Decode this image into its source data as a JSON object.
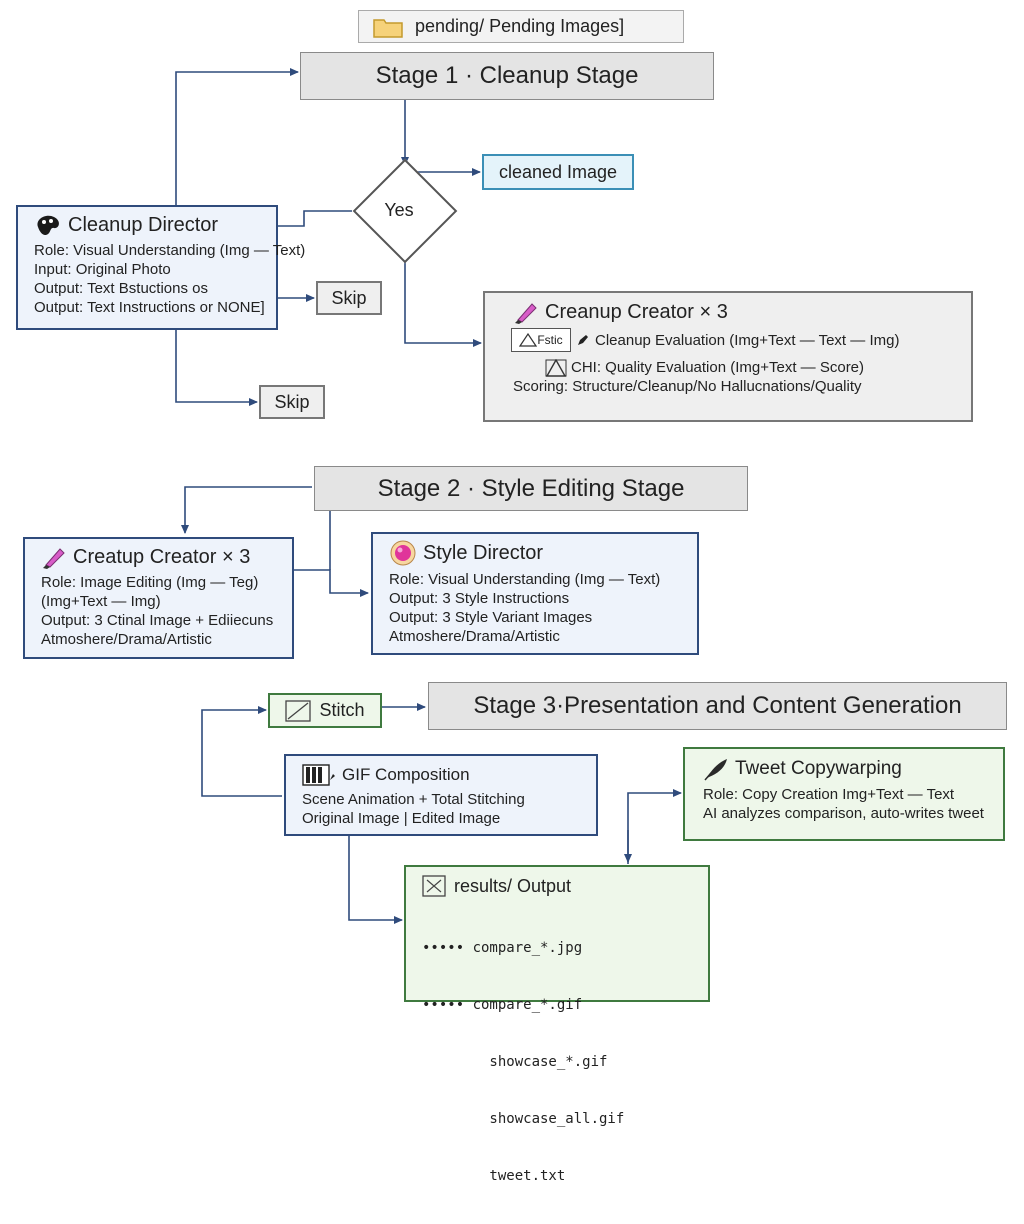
{
  "header": {
    "folder_icon": "folder-icon",
    "label": "pending/   Pending Images]"
  },
  "stage1": {
    "title": "Stage 1 · Cleanup Stage",
    "decision": "Yes",
    "cleaned_image": "cleaned Image",
    "skip_a": "Skip",
    "skip_b": "Skip",
    "director": {
      "title": "Cleanup Director",
      "lines": [
        "Role: Visual Understanding (Img — Text)",
        "Input: Original Photo",
        "Output: Text Bstuctions os",
        "Output: Text Instructions or NONE]"
      ]
    },
    "creator": {
      "title": "Creanup Creator × 3",
      "line1": "Cleanup Evaluation (Img+Text — Text — Img)",
      "thumb": "Fstic",
      "line2": "CHI: Quality Evaluation (Img+Text — Score)",
      "line3": "Scoring: Structure/Cleanup/No Hallucnations/Quality"
    }
  },
  "stage2": {
    "title": "Stage 2 · Style Editing Stage",
    "creator": {
      "title": "Creatup Creator × 3",
      "lines": [
        "Role:    Image Editing (Img — Teg)",
        "(Img+Text — Img)",
        "Output: 3 Ctinal Image + Ediiecuns",
        "Atmoshere/Drama/Artistic"
      ]
    },
    "director": {
      "title": "Style Director",
      "lines": [
        "Role: Visual Understanding (Img — Text)",
        "Output: 3 Style Instructions",
        "Output: 3 Style Variant Images",
        "Atmoshere/Drama/Artistic"
      ]
    }
  },
  "stage3": {
    "title": "Stage 3·Presentation and Content Generation",
    "stitch": "Stitch",
    "gif": {
      "title": "GIF Composition",
      "lines": [
        "Scene Animation + Total Stitching",
        "Original Image | Edited Image"
      ]
    },
    "tweet": {
      "title": "Tweet Copywarping",
      "lines": [
        "Role:    Copy Creation Img+Text — Text",
        "AI analyzes comparison, auto-writes tweet"
      ]
    },
    "results": {
      "title": "results/  Output",
      "files": [
        "••••• compare_*.jpg",
        "••••• compare_*.gif",
        "        showcase_*.gif",
        "        showcase_all.gif",
        "        tweet.txt"
      ]
    }
  },
  "colors": {
    "arrow": "#2f4b7c",
    "blue_border": "#2f4b7c",
    "green_border": "#3f7a3f"
  }
}
